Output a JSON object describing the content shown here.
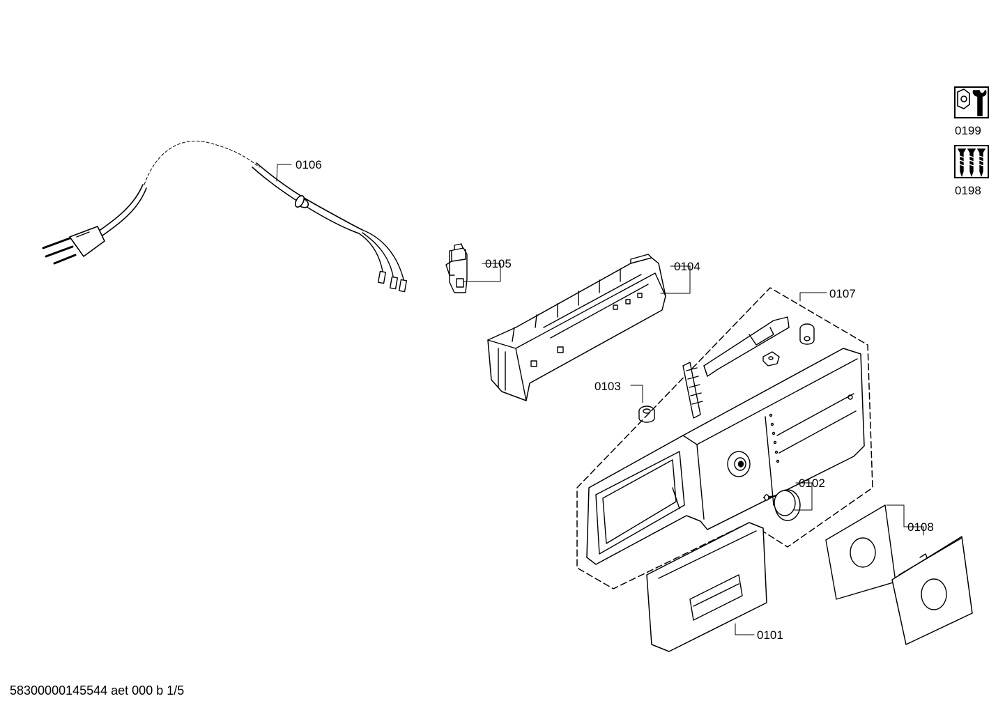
{
  "parts": {
    "p0101": "0101",
    "p0102": "0102",
    "p0103": "0103",
    "p0104": "0104",
    "p0105": "0105",
    "p0106": "0106",
    "p0107": "0107",
    "p0108": "0108"
  },
  "kits": {
    "tools": {
      "label": "0199",
      "icon": "wrench-nut-icon"
    },
    "screws": {
      "label": "0198",
      "icon": "screw-set-icon"
    }
  },
  "footer": {
    "document_id": "58300000145544 aet 000 b 1/5"
  },
  "colors": {
    "line": "#000000",
    "background": "#ffffff"
  }
}
